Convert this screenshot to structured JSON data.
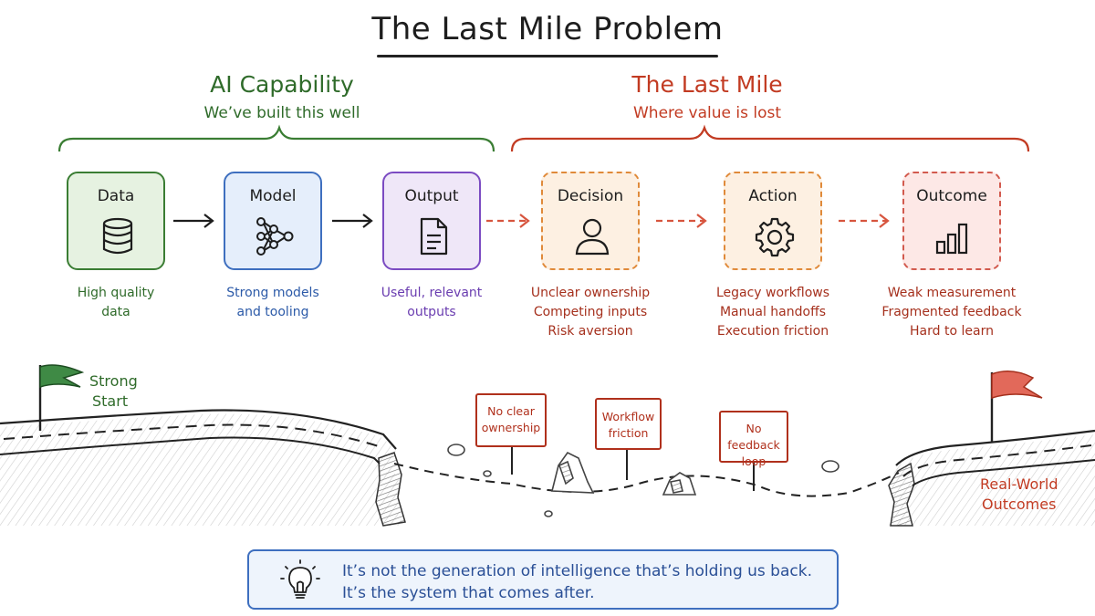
{
  "title": "The Last Mile Problem",
  "groups": {
    "capability": {
      "title": "AI Capability",
      "subtitle": "We’ve built this well"
    },
    "last_mile": {
      "title": "The Last Mile",
      "subtitle": "Where value is lost"
    }
  },
  "nodes": [
    {
      "label": "Data",
      "desc": [
        "High quality",
        "data"
      ]
    },
    {
      "label": "Model",
      "desc": [
        "Strong models",
        "and tooling"
      ]
    },
    {
      "label": "Output",
      "desc": [
        "Useful, relevant",
        "outputs"
      ]
    },
    {
      "label": "Decision",
      "desc": [
        "Unclear ownership",
        "Competing inputs",
        "Risk aversion"
      ]
    },
    {
      "label": "Action",
      "desc": [
        "Legacy workflows",
        "Manual handoffs",
        "Execution friction"
      ]
    },
    {
      "label": "Outcome",
      "desc": [
        "Weak measurement",
        "Fragmented feedback",
        "Hard to learn"
      ]
    }
  ],
  "scene": {
    "start_label": [
      "Strong",
      "Start"
    ],
    "end_label": [
      "Real-World",
      "Outcomes"
    ],
    "signs": [
      [
        "No clear",
        "ownership"
      ],
      [
        "Workflow",
        "friction"
      ],
      [
        "No feedback",
        "loop"
      ]
    ]
  },
  "callout": {
    "line1": "It’s not the generation of intelligence that’s holding us back.",
    "line2": "It’s the system that comes after."
  },
  "colors": {
    "capability": "#2f6b2a",
    "last_mile": "#c23b22",
    "callout": "#3e6fbf"
  },
  "icons": [
    "database-icon",
    "neural-network-icon",
    "document-icon",
    "person-icon",
    "gear-icon",
    "bar-chart-icon",
    "flag-icon",
    "lightbulb-icon"
  ]
}
